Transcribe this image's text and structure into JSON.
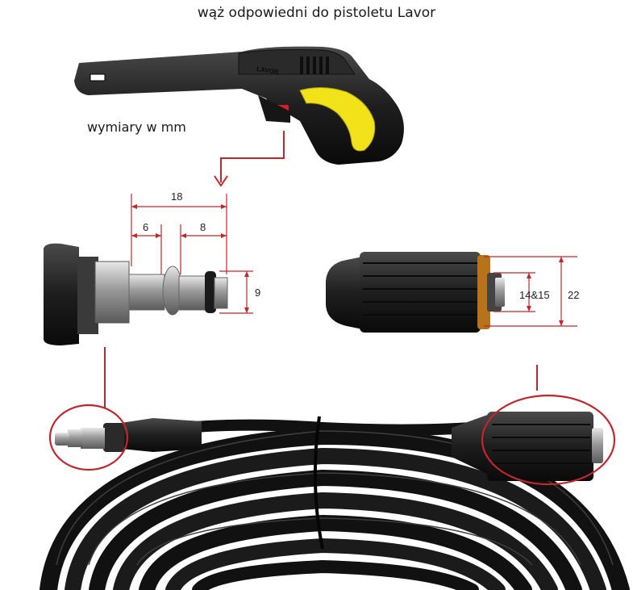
{
  "title": "wąż odpowiedni do pistoletu Lavor",
  "units_label": "wymiary w mm",
  "gun_brand": "LAVOR",
  "dimensions": {
    "total_length": "18",
    "tip_length": "6",
    "groove_length": "8",
    "tip_diameter": "9",
    "inner_thread": "14&15",
    "outer_diameter": "22"
  },
  "colors": {
    "annotation": "#c0272d",
    "gun_body": "#1f1f1f",
    "trigger": "#f2e21a",
    "hose": "#111111",
    "metal": "#b8b8b8"
  }
}
